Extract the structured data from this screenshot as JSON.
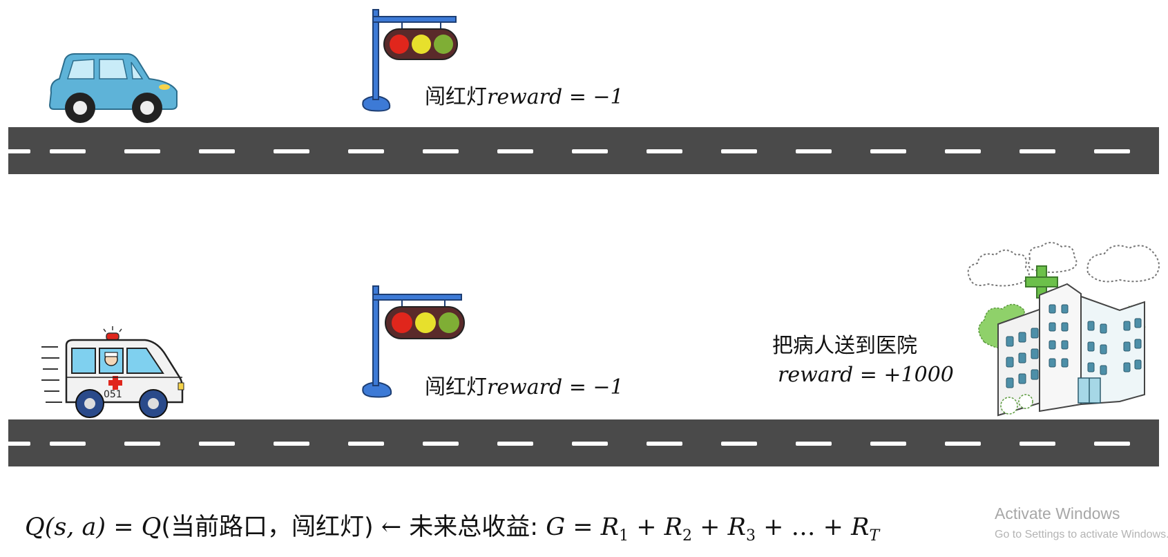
{
  "scene_top": {
    "label_prefix": "闯红灯",
    "label_formula": "reward = −1"
  },
  "scene_bottom": {
    "label_prefix": "闯红灯",
    "label_formula": "reward = −1",
    "hospital_label_line1": "把病人送到医院",
    "hospital_label_line2": "reward = +1000",
    "ambulance_number": "051"
  },
  "formula": {
    "q_lhs": "Q(s, a)",
    "eq1": " = ",
    "q_rhs_fn": "Q",
    "q_rhs_args": "(当前路口，闯红灯)",
    "arrow": " ← ",
    "future_label": "未来总收益: ",
    "g": "G",
    "eq2": " = ",
    "terms": [
      "R",
      "1",
      " + ",
      "R",
      "2",
      " + ",
      "R",
      "3",
      " + … + ",
      "R",
      "T"
    ]
  },
  "watermark": {
    "line1": "Activate Windows",
    "line2": "Go to Settings to activate Windows."
  },
  "colors": {
    "road": "#4a4a4a",
    "pole": "#3d7ad6",
    "car": "#5eb3d8",
    "light_red": "#e0261c",
    "light_yellow": "#e7e02c",
    "light_green": "#7fae35",
    "hospital_cross": "#6cc04a"
  }
}
